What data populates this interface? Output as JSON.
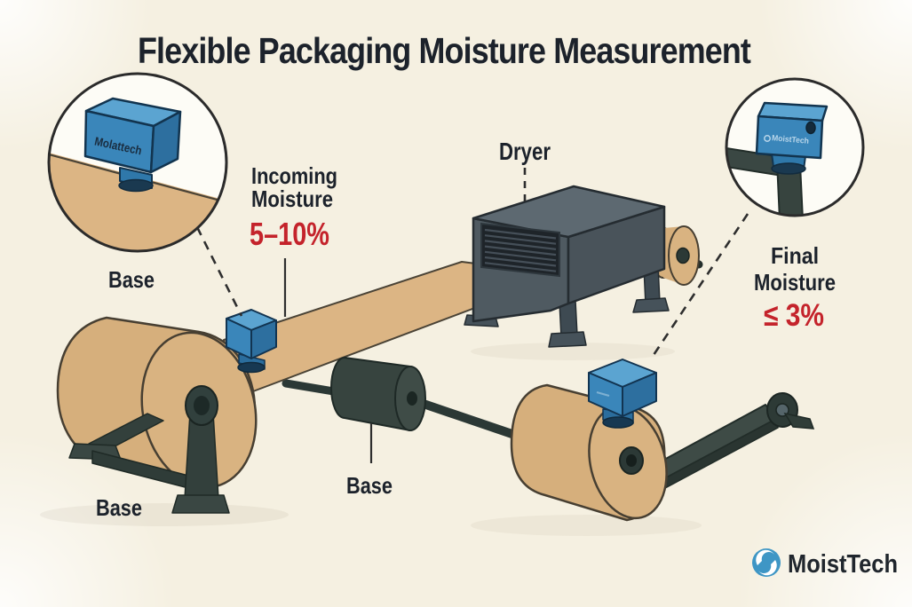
{
  "title": "Flexible Packaging Moisture Measurement",
  "callouts": {
    "incoming": {
      "line1": "Incoming",
      "line2": "Moisture",
      "value": "5–10%"
    },
    "final": {
      "line1": "Final",
      "line2": "Moisture",
      "value": "≤ 3%"
    },
    "dryer": "Dryer",
    "base": [
      "Base",
      "Base",
      "Base"
    ]
  },
  "sensor_brands": {
    "left_inset": "Molattech",
    "right_inset": "MoistTech"
  },
  "logo": {
    "text": "MoistTech"
  },
  "colors": {
    "background": "#f5f0e1",
    "ink": "#1c222b",
    "accent_red": "#c4232b",
    "sensor_blue": "#3a86ba",
    "web_tan": "#d9b480",
    "machine_gray": "#515c63",
    "frame_dark": "#33403c",
    "logo_blue": "#3e96c5"
  }
}
